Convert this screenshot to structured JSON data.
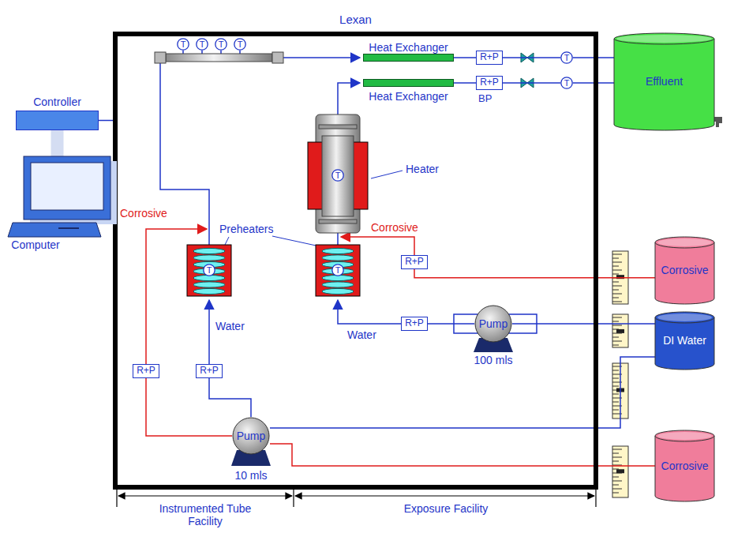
{
  "diagram": {
    "nodes": [
      {
        "text": [
          "Lexan"
        ]
      },
      {
        "text": [
          "Controller"
        ]
      },
      {
        "text": [
          "Computer"
        ]
      },
      {
        "text": [
          "T"
        ],
        "in": 0
      },
      {
        "text": [
          "T"
        ],
        "in": 0
      },
      {
        "text": [
          "T"
        ],
        "in": 0
      },
      {
        "text": [
          "T"
        ],
        "in": 0
      },
      {
        "text": [
          "Heat Exchanger"
        ],
        "in": 0
      },
      {
        "text": [
          "R+P"
        ],
        "in": 0
      },
      {
        "text": [
          "T"
        ],
        "in": 0
      },
      {
        "text": [
          "Heat Exchanger"
        ],
        "in": 0
      },
      {
        "text": [
          "R+P"
        ],
        "in": 0
      },
      {
        "text": [
          "T"
        ],
        "in": 0
      },
      {
        "text": [
          "Effluent"
        ]
      },
      {
        "text": [
          "T"
        ],
        "in": 0
      },
      {
        "text": [
          "T"
        ],
        "in": 0
      },
      {
        "text": [
          "T"
        ],
        "in": 0
      },
      {
        "text": [
          "R+P"
        ],
        "in": 0
      },
      {
        "text": [
          "R+P"
        ],
        "in": 0
      },
      {
        "text": [
          "Pump",
          "100 mls"
        ],
        "in": 0
      },
      {
        "text": [
          "R+P"
        ],
        "in": 0
      },
      {
        "text": [
          "R+P"
        ],
        "in": 0
      },
      {
        "text": [
          "Pump",
          "10 mls"
        ],
        "in": 0
      },
      {
        "text": [
          "Corrosive"
        ]
      },
      {
        "text": [
          "DI Water"
        ]
      },
      {
        "text": [
          "Corrosive"
        ]
      }
    ],
    "edges": [
      {
        "from": 1,
        "to": 0,
        "arrow": "none"
      },
      {
        "from": 1,
        "to": 2,
        "arrow": "none"
      },
      {
        "from": 7,
        "to": 8,
        "arrow": "none"
      },
      {
        "from": 8,
        "to": 9,
        "arrow": "none"
      },
      {
        "from": 9,
        "to": 13,
        "arrow": "none"
      },
      {
        "from": 10,
        "to": 11,
        "arrow": "none"
      },
      {
        "from": 11,
        "to": 12,
        "arrow": "none"
      },
      {
        "from": 12,
        "to": 13,
        "arrow": "none"
      },
      {
        "from": 23,
        "to": 17,
        "arrow": "none"
      },
      {
        "from": 24,
        "to": 19,
        "arrow": "none"
      },
      {
        "from": 19,
        "to": 18,
        "arrow": "none"
      },
      {
        "from": 24,
        "to": 22,
        "arrow": "none"
      },
      {
        "from": 25,
        "to": 22,
        "arrow": "none"
      },
      {
        "from": 22,
        "to": 20,
        "arrow": "none"
      },
      {
        "from": 22,
        "to": 21,
        "arrow": "none"
      }
    ],
    "labels": [
      "Heater",
      "Preheaters",
      "Corrosive",
      "Corrosive",
      "Water",
      "Water",
      "BP",
      "Instrumented Tube Facility",
      "Exposure Facility"
    ]
  }
}
